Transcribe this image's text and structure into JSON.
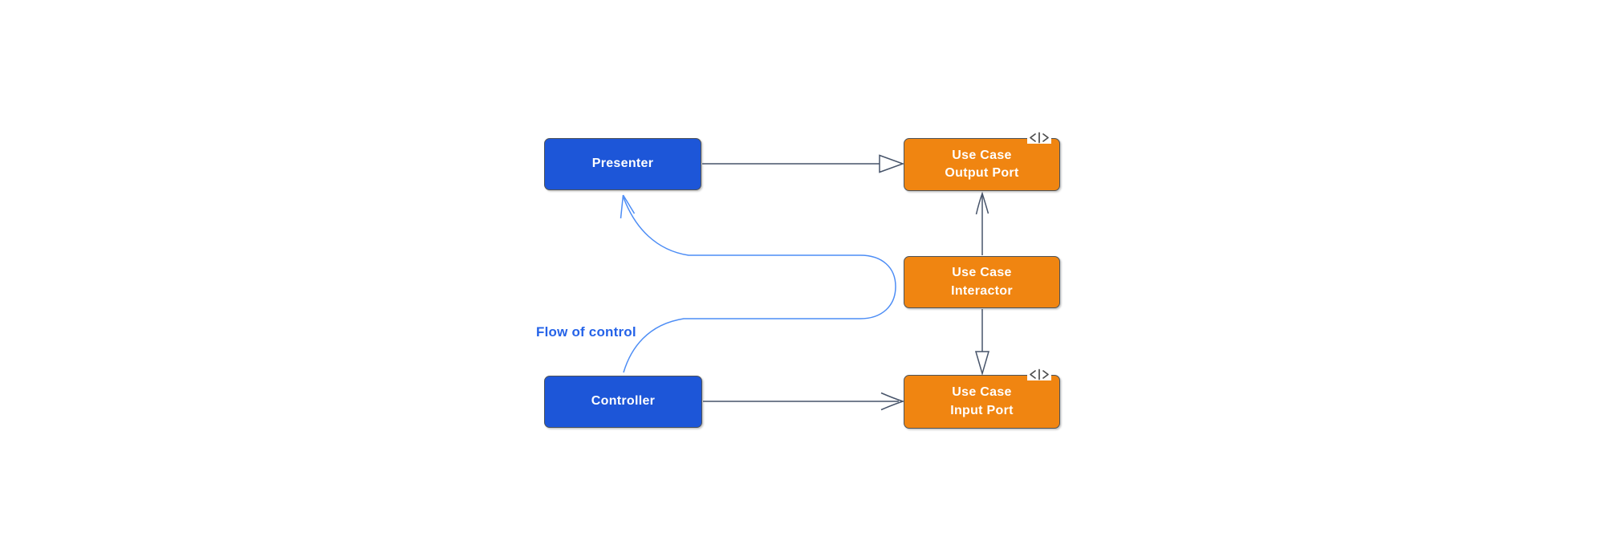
{
  "diagram": {
    "type": "architecture-flow-diagram",
    "background": "#ffffff",
    "colors": {
      "node_blue": "#1d56d8",
      "node_orange": "#f08511",
      "node_border": "#4d5359",
      "node_text": "#ffffff",
      "edge_stroke": "#47546a",
      "flow_curve_stroke": "#4d8df5",
      "flow_label_text": "#2563e8",
      "icon_stroke": "#4d4d4d"
    },
    "nodes": {
      "presenter": {
        "label": "Presenter",
        "fill": "#1d56d8"
      },
      "use_case_output_port": {
        "label": "Use Case\nOutput Port",
        "fill": "#f08511",
        "icon": "interface-code-icon"
      },
      "use_case_interactor": {
        "label": "Use Case\nInteractor",
        "fill": "#f08511"
      },
      "use_case_input_port": {
        "label": "Use Case\nInput Port",
        "fill": "#f08511",
        "icon": "interface-code-icon"
      },
      "controller": {
        "label": "Controller",
        "fill": "#1d56d8"
      }
    },
    "edges": [
      {
        "from": "Presenter",
        "to": "Use Case Output Port",
        "line": "solid",
        "arrowhead": "hollow-triangle",
        "color": "#47546a"
      },
      {
        "from": "Use Case Interactor",
        "to": "Use Case Output Port",
        "line": "solid",
        "arrowhead": "open",
        "color": "#47546a"
      },
      {
        "from": "Use Case Interactor",
        "to": "Use Case Input Port",
        "line": "solid",
        "arrowhead": "hollow-triangle",
        "color": "#47546a"
      },
      {
        "from": "Controller",
        "to": "Use Case Input Port",
        "line": "solid",
        "arrowhead": "open",
        "color": "#47546a"
      },
      {
        "from": "Controller",
        "to": "Presenter",
        "line": "curved",
        "arrowhead": "open",
        "color": "#4d8df5",
        "label": "Flow of control"
      }
    ],
    "annotation": {
      "flow_label": "Flow of control"
    }
  }
}
